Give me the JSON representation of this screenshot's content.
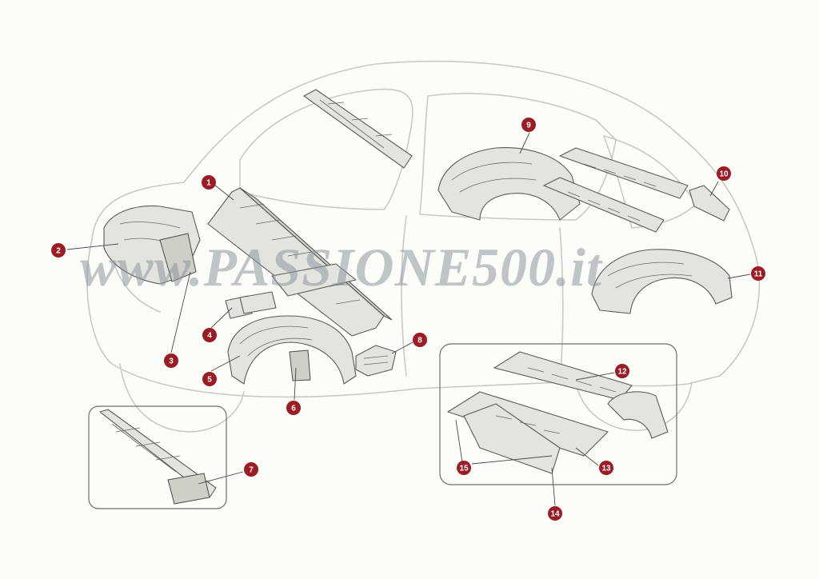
{
  "watermark": {
    "text": "www.PASSIONE500.it"
  },
  "callouts": [
    {
      "id": "c1",
      "label": "1"
    },
    {
      "id": "c2",
      "label": "2"
    },
    {
      "id": "c3",
      "label": "3"
    },
    {
      "id": "c4",
      "label": "4"
    },
    {
      "id": "c5",
      "label": "5"
    },
    {
      "id": "c6",
      "label": "6"
    },
    {
      "id": "c7",
      "label": "7"
    },
    {
      "id": "c8",
      "label": "8"
    },
    {
      "id": "c9",
      "label": "9"
    },
    {
      "id": "c10",
      "label": "10"
    },
    {
      "id": "c11",
      "label": "11"
    },
    {
      "id": "c12",
      "label": "12"
    },
    {
      "id": "c13",
      "label": "13"
    },
    {
      "id": "c14",
      "label": "14"
    },
    {
      "id": "c15",
      "label": "15"
    }
  ],
  "colors": {
    "callout": "#9b1c25",
    "watermark": "#8c969e"
  }
}
